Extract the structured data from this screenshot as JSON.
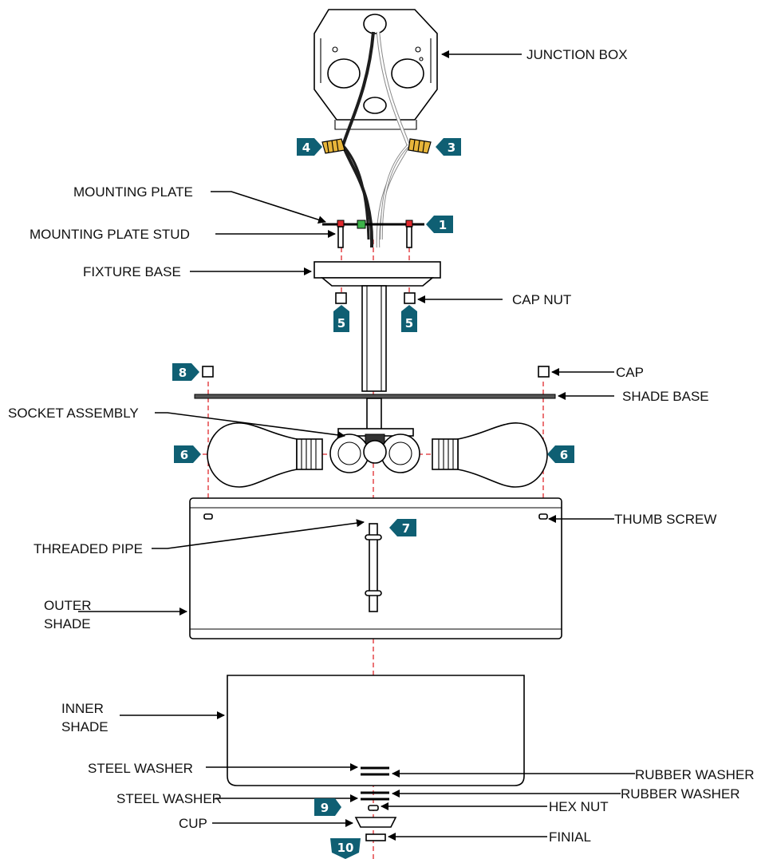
{
  "labels": {
    "junction_box": "JUNCTION BOX",
    "mounting_plate": "MOUNTING PLATE",
    "mounting_plate_stud": "MOUNTING PLATE STUD",
    "fixture_base": "FIXTURE BASE",
    "cap_nut": "CAP NUT",
    "cap": "CAP",
    "shade_base": "SHADE BASE",
    "socket_assembly": "SOCKET ASSEMBLY",
    "thumb_screw": "THUMB SCREW",
    "threaded_pipe": "THREADED PIPE",
    "outer_shade_1": "OUTER",
    "outer_shade_2": "SHADE",
    "inner_shade_1": "INNER",
    "inner_shade_2": "SHADE",
    "steel_washer_upper": "STEEL WASHER",
    "steel_washer_lower": "STEEL WASHER",
    "rubber_washer_upper": "RUBBER WASHER",
    "rubber_washer_lower": "RUBBER WASHER",
    "hex_nut": "HEX NUT",
    "cup": "CUP",
    "finial": "FINIAL"
  },
  "steps": {
    "s1": "1",
    "s3": "3",
    "s4": "4",
    "s5a": "5",
    "s5b": "5",
    "s6a": "6",
    "s6b": "6",
    "s7": "7",
    "s8": "8",
    "s9": "9",
    "s10": "10"
  },
  "colors": {
    "step_badge": "#0f5f73",
    "guide_line": "#e0282d",
    "wire_nut": "#e7b53a",
    "ground_screw": "#3db34a"
  }
}
